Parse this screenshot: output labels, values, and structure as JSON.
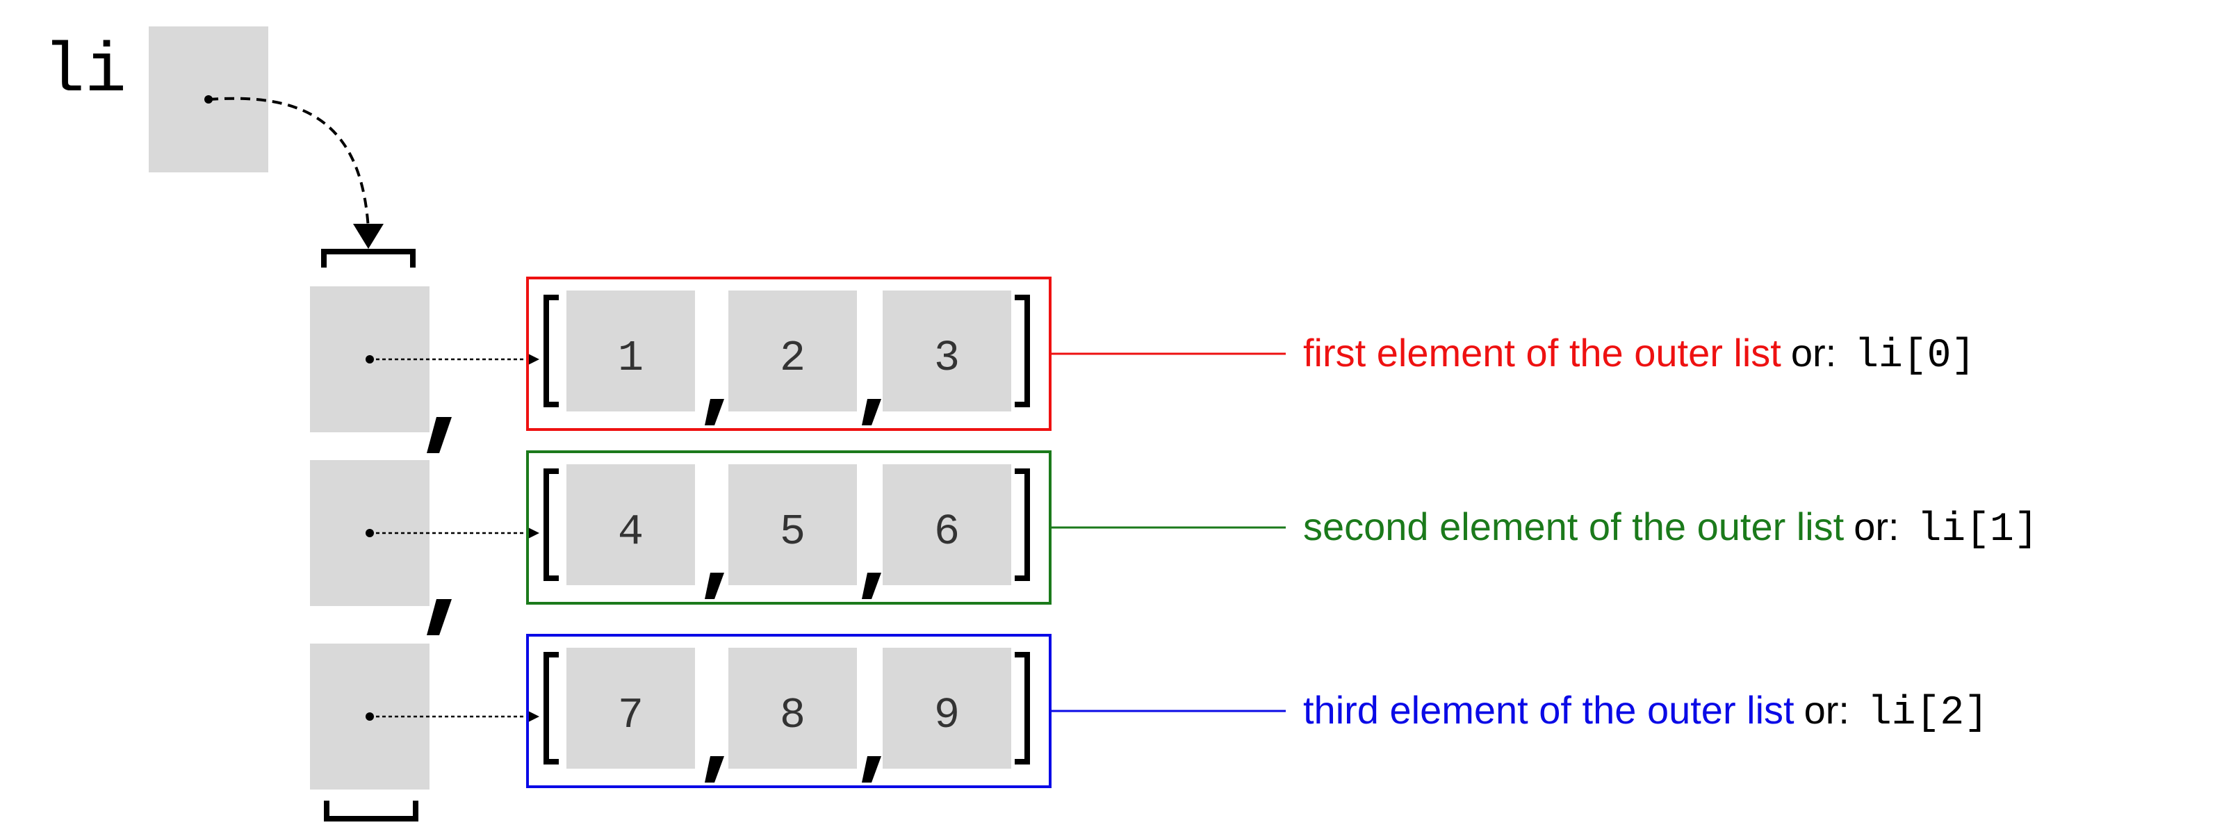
{
  "variable": {
    "name": "li"
  },
  "rows": [
    {
      "values": [
        "1",
        "2",
        "3"
      ],
      "description": "first element of the outer list",
      "or_label": "or:",
      "index_expr": "li[0]",
      "color": "#ee1111"
    },
    {
      "values": [
        "4",
        "5",
        "6"
      ],
      "description": "second element of the outer list",
      "or_label": "or:",
      "index_expr": "li[1]",
      "color": "#1b7a1b"
    },
    {
      "values": [
        "7",
        "8",
        "9"
      ],
      "description": "third element of the outer list",
      "or_label": "or:",
      "index_expr": "li[2]",
      "color": "#0a0ae6"
    }
  ],
  "colors": {
    "cell": "#d9d9d9",
    "ink": "#000000"
  }
}
